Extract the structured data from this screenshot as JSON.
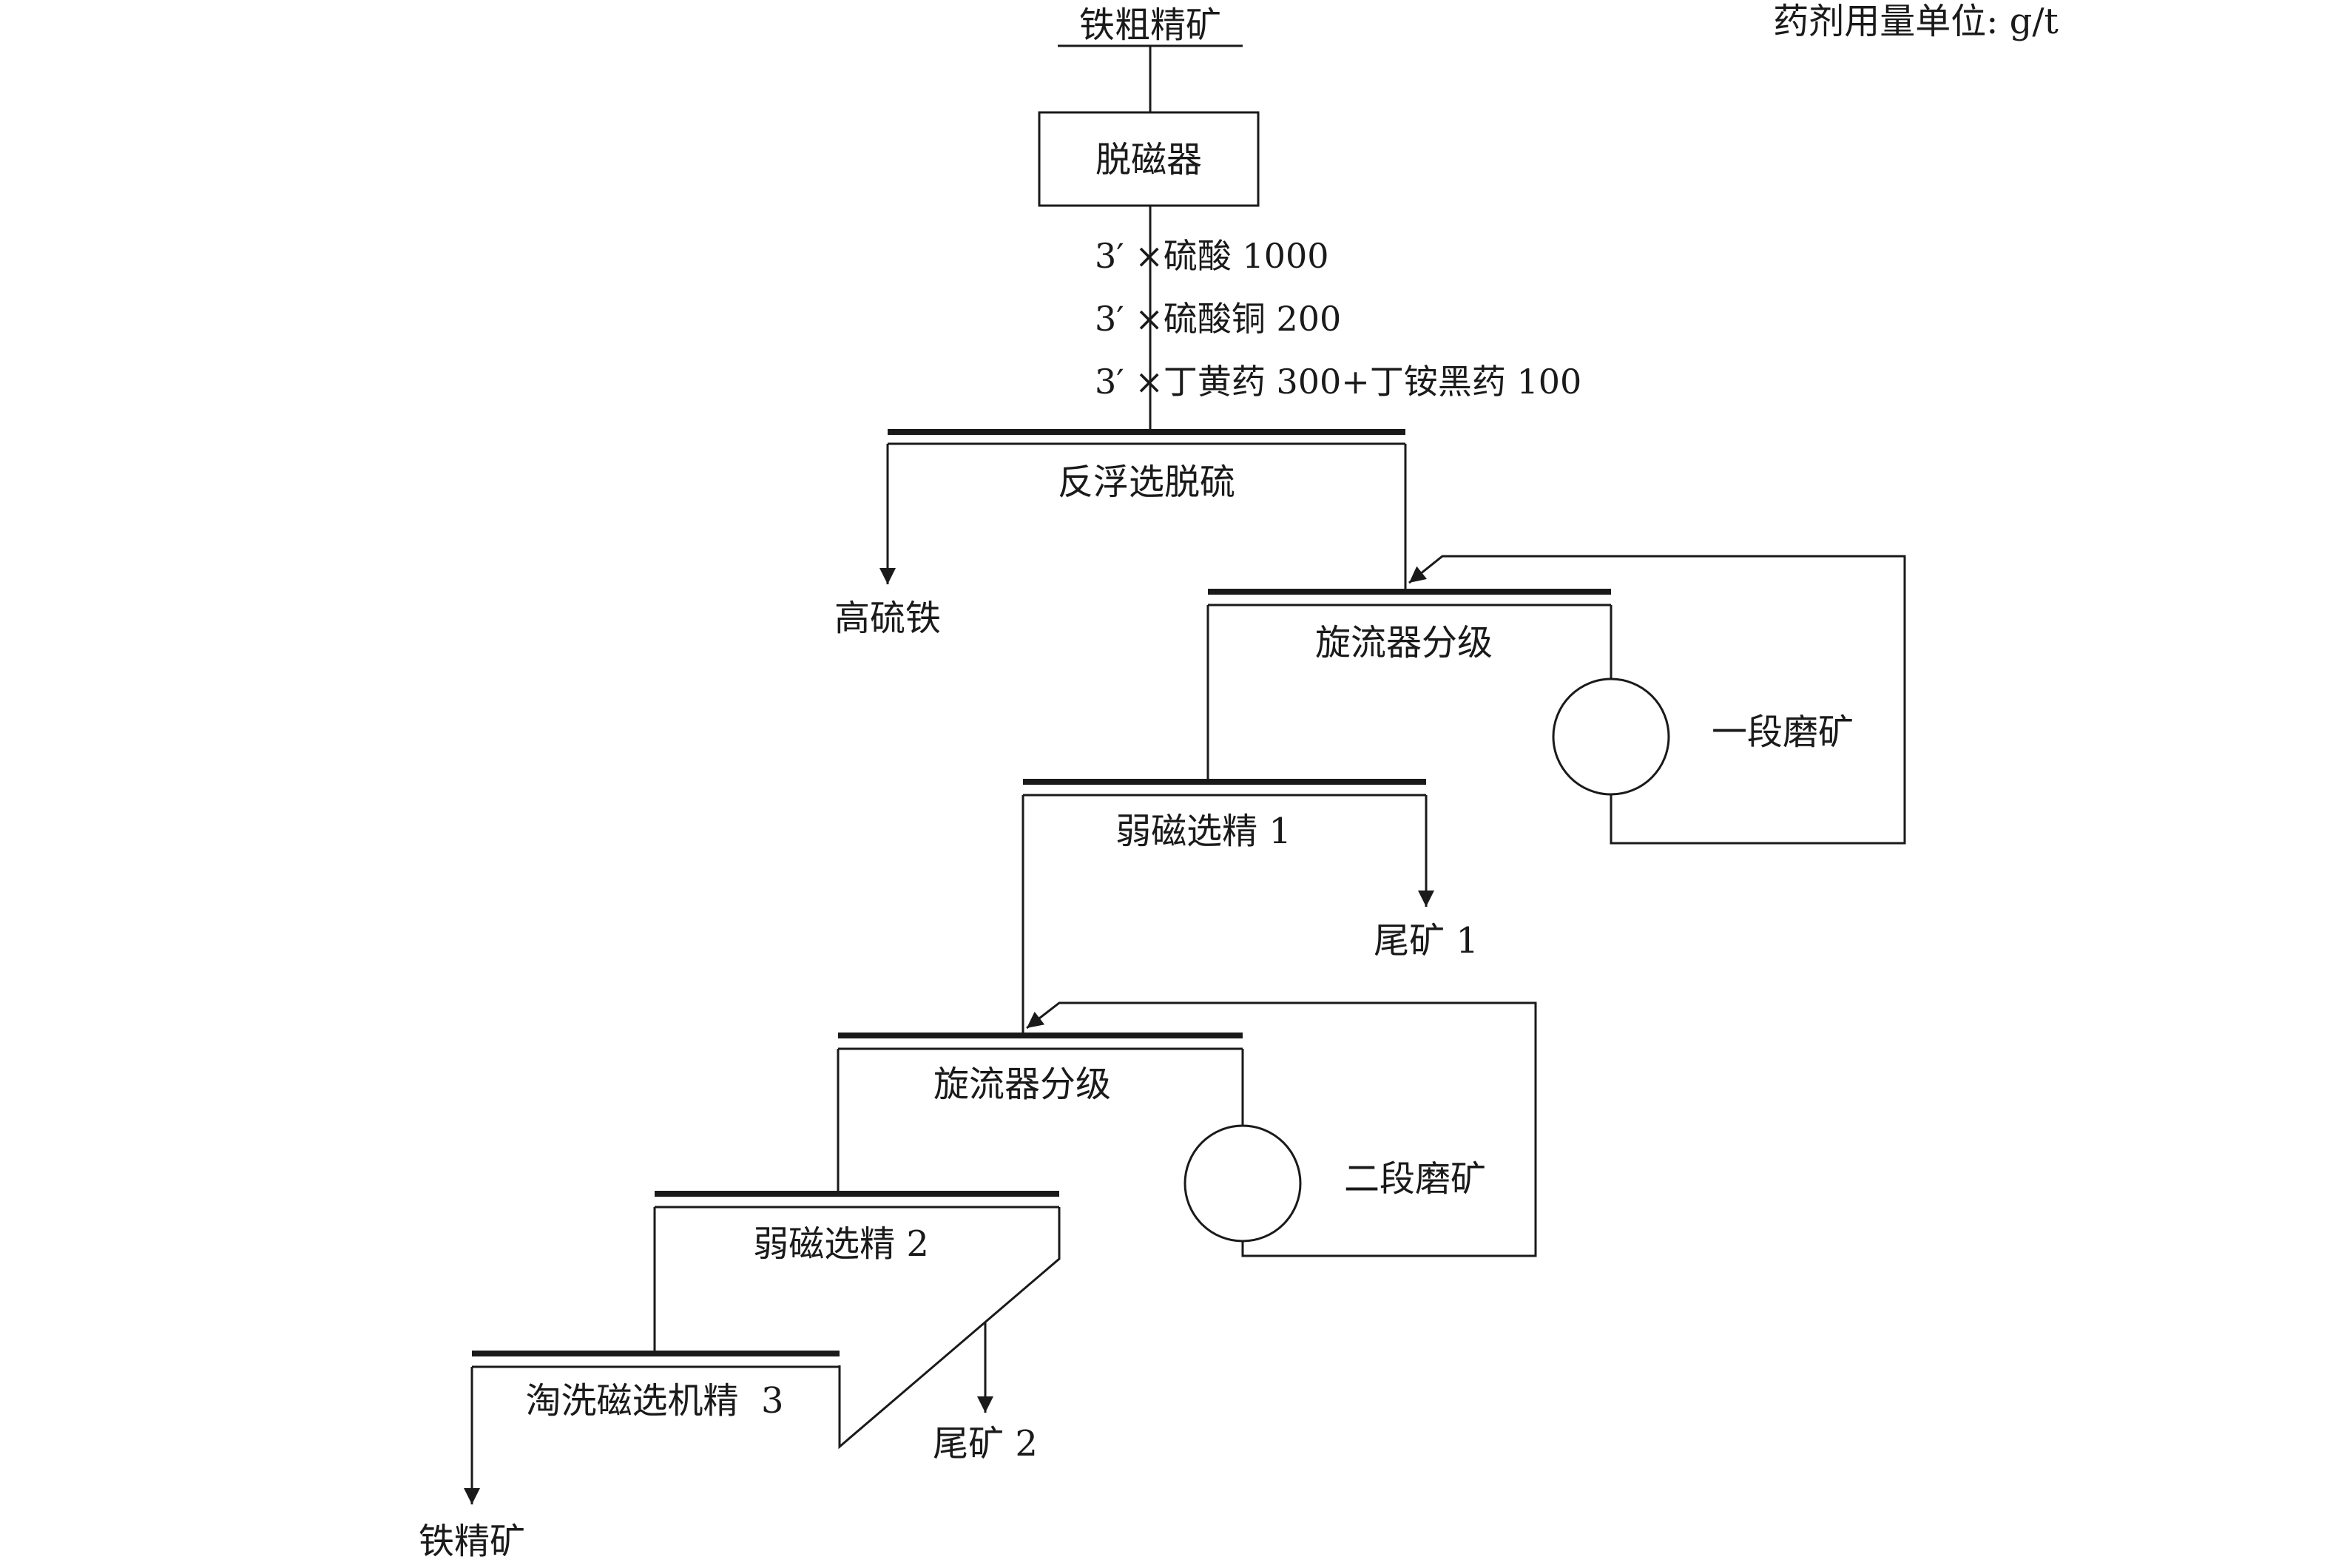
{
  "feed_label": "铁粗精矿",
  "unit_note": "药剂用量单位: g/t",
  "demagnetizer": "脱磁器",
  "reagents": [
    "3′ ×硫酸 1000",
    "3′ ×硫酸铜 200",
    "3′ ×丁黄药 300+丁铵黑药 100"
  ],
  "reverse_flotation": "反浮选脱硫",
  "high_sulfur_iron": "高硫铁",
  "cyclone_1": "旋流器分级",
  "grinding_1": "一段磨矿",
  "low_mag_1": "弱磁选精 1",
  "tailings_1": "尾矿 1",
  "cyclone_2": "旋流器分级",
  "grinding_2": "二段磨矿",
  "low_mag_2": "弱磁选精 2",
  "elutriation": "淘洗磁选机精  3",
  "tailings_2": "尾矿 2",
  "iron_concentrate": "铁精矿"
}
